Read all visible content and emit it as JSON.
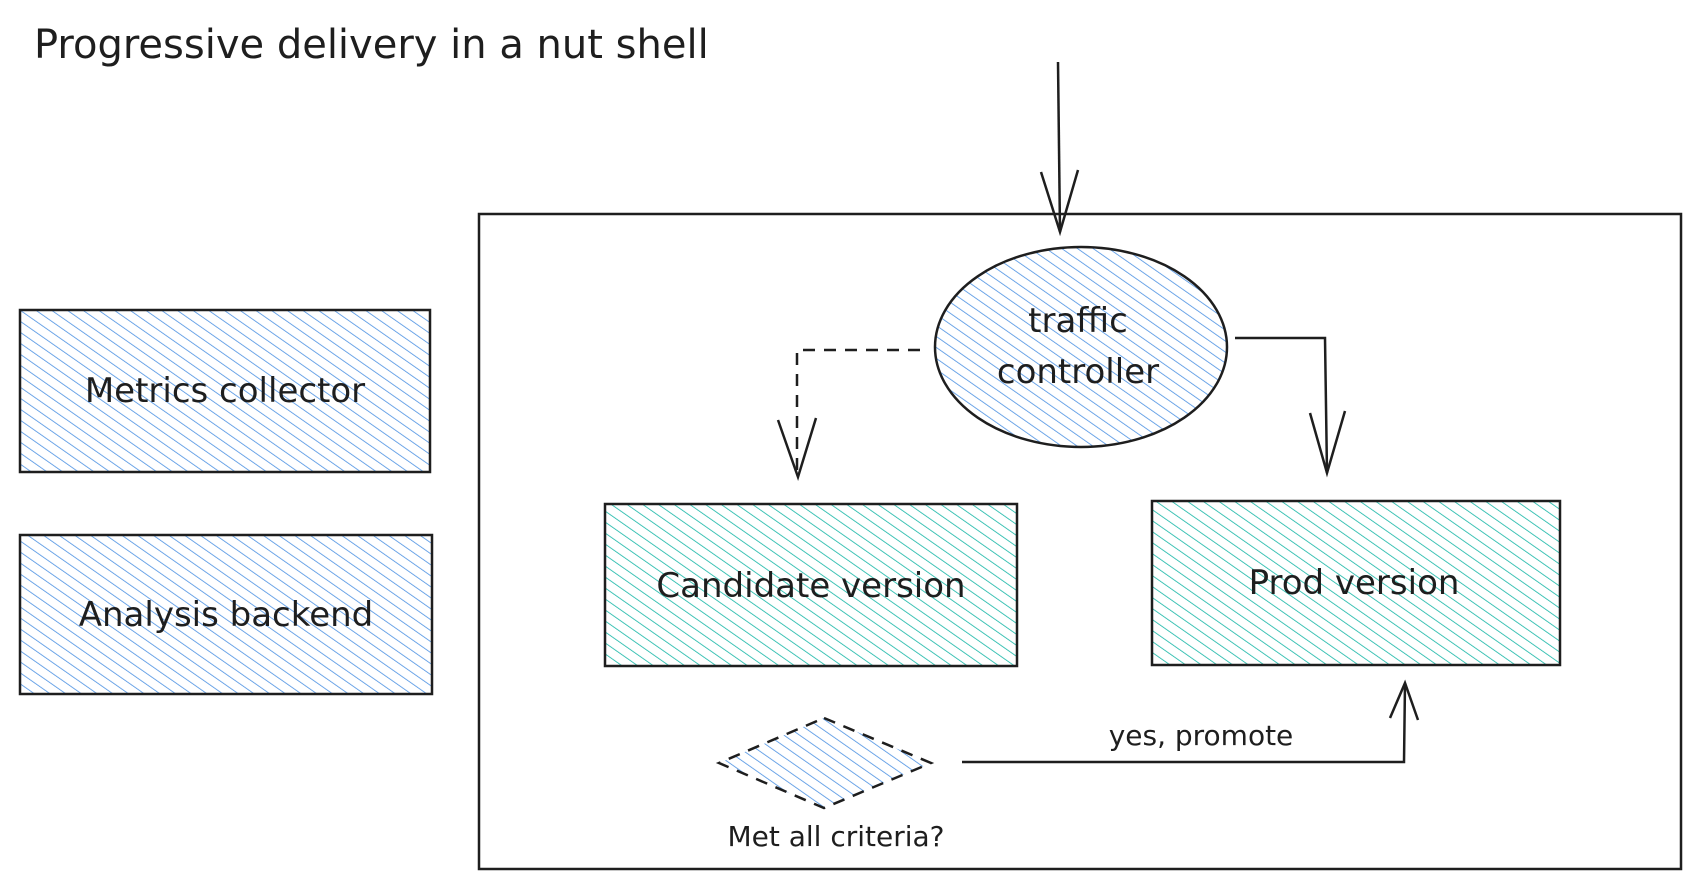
{
  "title": "Progressive delivery in a nut shell",
  "nodes": {
    "metrics_collector": "Metrics collector",
    "analysis_backend": "Analysis backend",
    "traffic_controller": {
      "line1": "traffic",
      "line2": "controller"
    },
    "candidate_version": "Candidate version",
    "prod_version": "Prod version",
    "decision": "Met all criteria?"
  },
  "edges": {
    "promote": "yes, promote"
  },
  "colors": {
    "stroke": "#1e1e1e",
    "blue_hatch": "#4a90e2",
    "teal_hatch": "#12b5a5",
    "background": "#ffffff"
  }
}
